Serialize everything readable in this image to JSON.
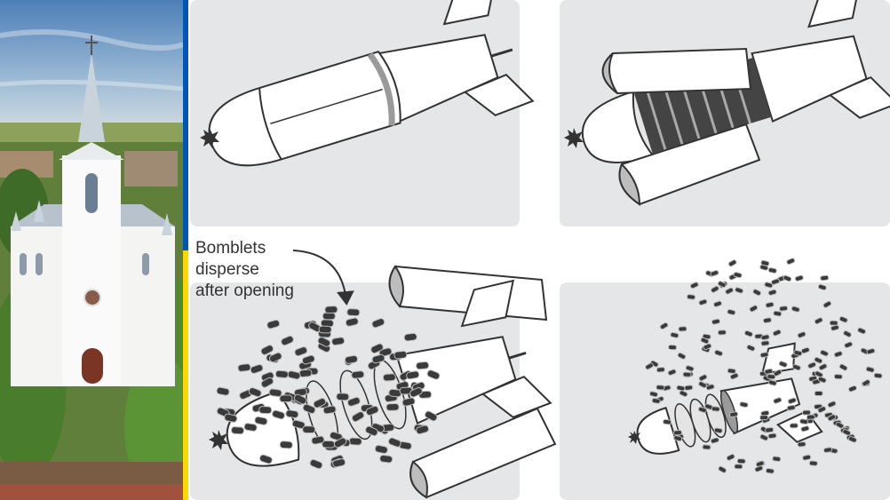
{
  "caption": {
    "line1": "Bomblets",
    "line2": "disperse",
    "line3": "after opening"
  },
  "colors": {
    "flag_blue": "#0057b7",
    "flag_yellow": "#ffd700",
    "panel_bg": "#e5e6e8",
    "outline": "#333333",
    "shade": "#bdbdbd",
    "bomblet": "#3a3a3a"
  },
  "icons": {
    "explosion": "explosion-icon",
    "arrow": "curved-arrow"
  }
}
